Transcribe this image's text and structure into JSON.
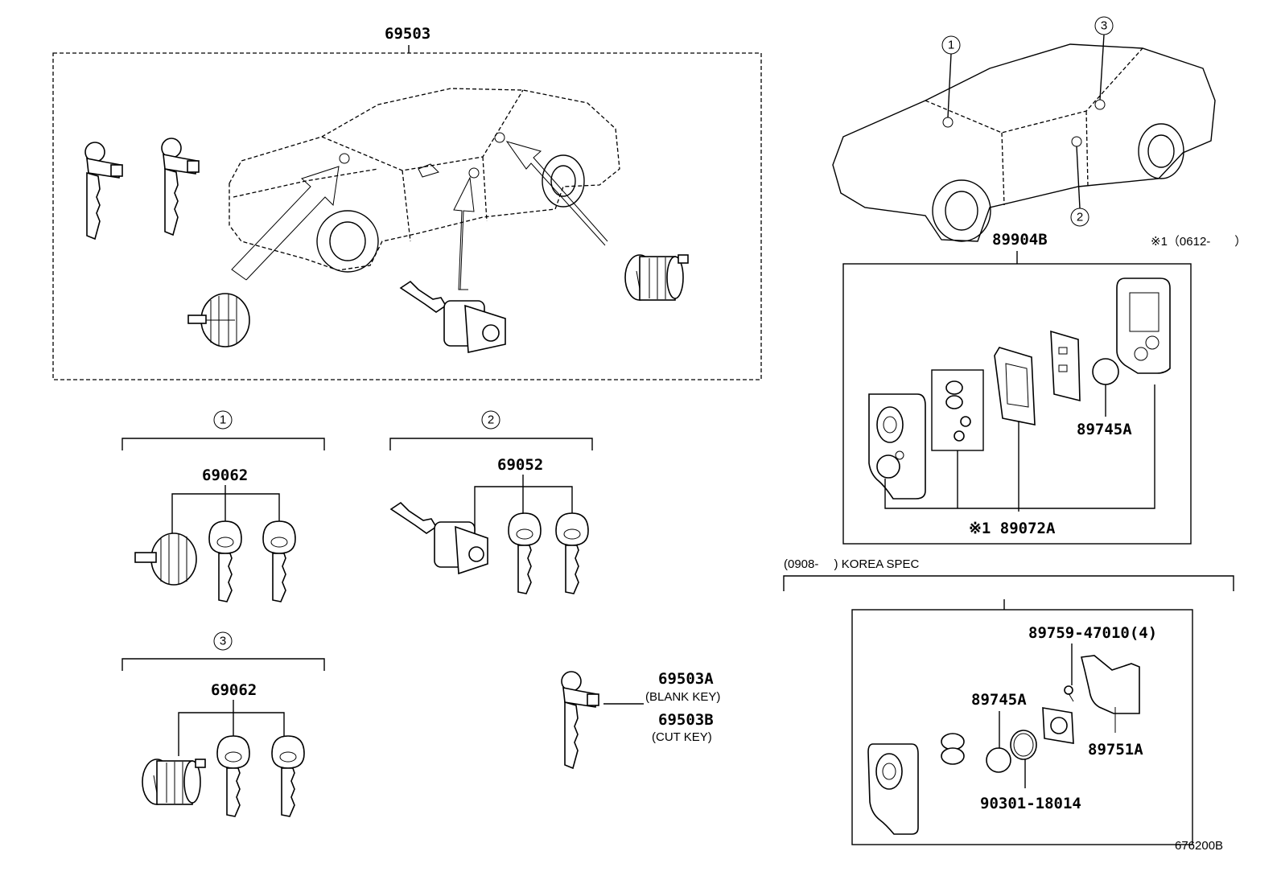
{
  "labels": {
    "p69503": "69503",
    "p89904b": "89904B",
    "note_range": "※1（0612-　　）",
    "c1": "1",
    "c2": "2",
    "c3": "3",
    "g1_part": "69062",
    "g2_part": "69052",
    "g3_part": "69062",
    "p89745a": "89745A",
    "p89072a": "※1 89072A",
    "korea_spec": "(0908-　 ) KOREA SPEC",
    "p89759": "89759-47010(4)",
    "p89745a_k": "89745A",
    "p89751a": "89751A",
    "p90301": "90301-18014",
    "p69503a": "69503A",
    "blank_key": "(BLANK KEY)",
    "p69503b": "69503B",
    "cut_key": "(CUT KEY)",
    "fig_number": "676200B"
  },
  "icons": [
    "car-outline-icon",
    "key-icon",
    "lock-cylinder-icon",
    "smart-key-fob-icon",
    "battery-cell-icon",
    "o-ring-icon",
    "screw-icon",
    "key-case-icon"
  ]
}
